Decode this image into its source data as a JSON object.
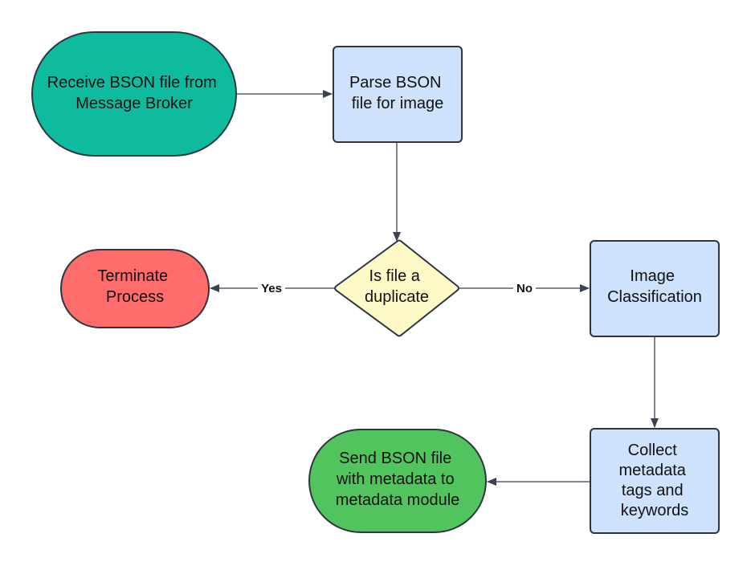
{
  "nodes": {
    "receive": {
      "lines": [
        "Receive BSON file from",
        "Message Broker"
      ],
      "shape": "terminal",
      "fill": "#0ebb9f"
    },
    "parse": {
      "lines": [
        "Parse BSON",
        "file for image"
      ],
      "shape": "process",
      "fill": "#cfe2fd"
    },
    "duplicate": {
      "lines": [
        "Is file a",
        "duplicate"
      ],
      "shape": "decision",
      "fill": "#fdfac8"
    },
    "terminate": {
      "lines": [
        "Terminate",
        "Process"
      ],
      "shape": "terminal",
      "fill": "#fe6c6c"
    },
    "classify": {
      "lines": [
        "Image",
        "Classification"
      ],
      "shape": "process",
      "fill": "#cfe2fd"
    },
    "collect": {
      "lines": [
        "Collect",
        "metadata",
        "tags and",
        "keywords"
      ],
      "shape": "process",
      "fill": "#cfe2fd"
    },
    "send": {
      "lines": [
        "Send BSON file",
        "with metadata to",
        "metadata module"
      ],
      "shape": "terminal",
      "fill": "#52c45e"
    }
  },
  "edges": {
    "yes_label": "Yes",
    "no_label": "No"
  },
  "colors": {
    "line": "#3a4150",
    "border": "#2e3440"
  }
}
